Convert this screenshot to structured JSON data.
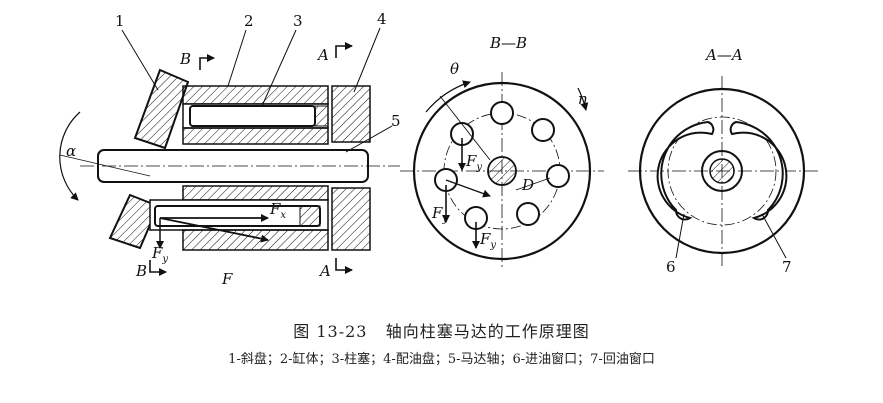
{
  "colors": {
    "ink": "#111111",
    "background": "#ffffff"
  },
  "labels": {
    "part1": "1",
    "part2": "2",
    "part3": "3",
    "part4": "4",
    "part5": "5",
    "part6": "6",
    "part7": "7",
    "section_b": "B",
    "section_a": "A",
    "alpha": "α",
    "theta": "θ",
    "n": "n",
    "d": "D",
    "F": "F",
    "Fy_main": "F",
    "Fy_sub": "y",
    "Fx_main": "F",
    "Fx_sub": "x"
  },
  "views": {
    "bb_title": "B—B",
    "aa_title": "A—A"
  },
  "caption": {
    "title": "图 13-23   轴向柱塞马达的工作原理图",
    "legend": "1-斜盘；2-缸体；3-柱塞；4-配油盘；5-马达轴；6-进油窗口；7-回油窗口"
  }
}
